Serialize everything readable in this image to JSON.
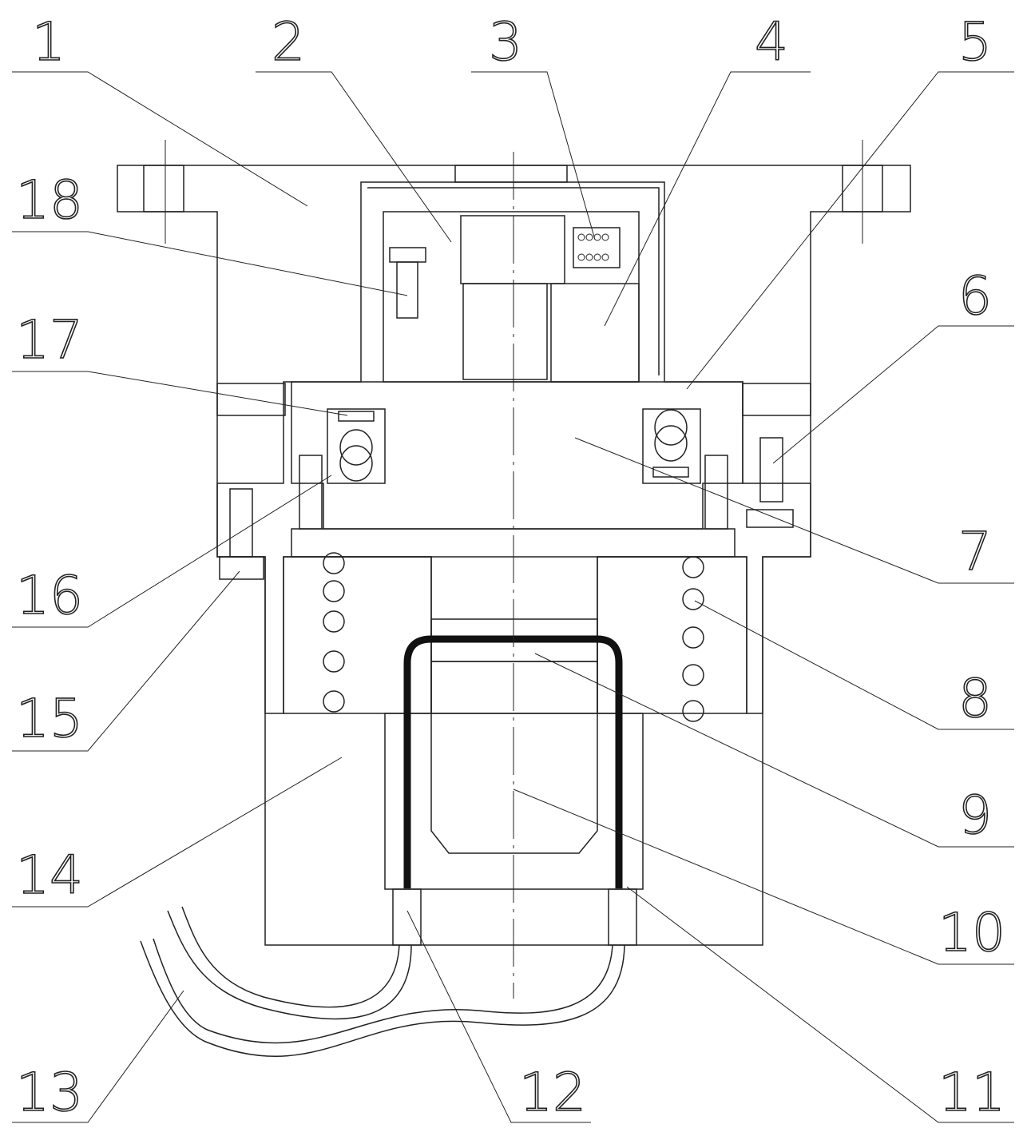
{
  "figure": {
    "labels": [
      "1",
      "2",
      "3",
      "4",
      "5",
      "6",
      "7",
      "8",
      "9",
      "10",
      "11",
      "12",
      "13",
      "14",
      "15",
      "16",
      "17",
      "18"
    ]
  }
}
